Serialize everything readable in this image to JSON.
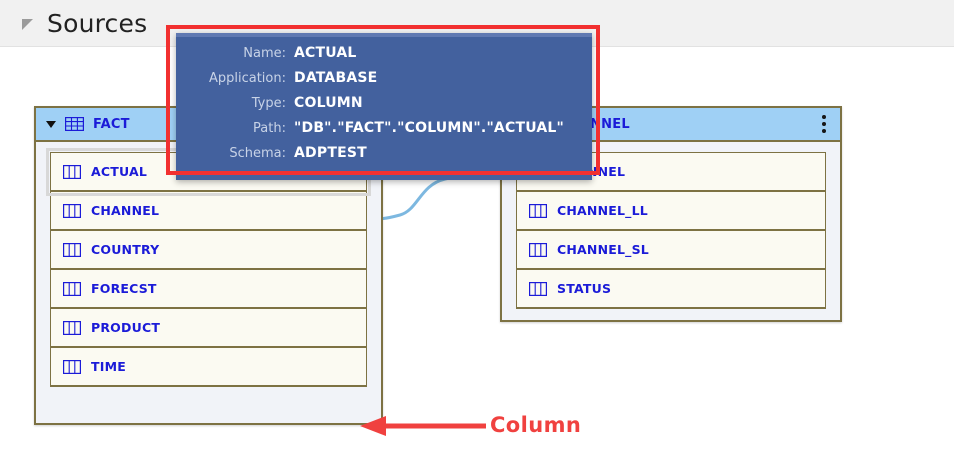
{
  "header": {
    "title": "Sources",
    "collapse_icon": "collapse-triangle-icon"
  },
  "tooltip": {
    "rows": [
      {
        "label": "Name:",
        "value": "ACTUAL"
      },
      {
        "label": "Application:",
        "value": "DATABASE"
      },
      {
        "label": "Type:",
        "value": "COLUMN"
      },
      {
        "label": "Path:",
        "value": "\"DB\".\"FACT\".\"COLUMN\".\"ACTUAL\""
      },
      {
        "label": "Schema:",
        "value": "ADPTEST"
      }
    ],
    "background_color": "#43619e",
    "label_color": "#c8d3e7",
    "value_color": "#ffffff"
  },
  "entities": [
    {
      "name": "FACT",
      "expand_icon": "chevron-down-icon",
      "table_icon": "table-grid-icon",
      "columns": [
        {
          "label": "ACTUAL",
          "selected": true
        },
        {
          "label": "CHANNEL",
          "selected": false
        },
        {
          "label": "COUNTRY",
          "selected": false
        },
        {
          "label": "FORECST",
          "selected": false
        },
        {
          "label": "PRODUCT",
          "selected": false
        },
        {
          "label": "TIME",
          "selected": false
        }
      ]
    },
    {
      "name": "CHANNEL",
      "expand_icon": "chevron-down-icon",
      "table_icon": "table-grid-icon",
      "menu_icon": "kebab-menu-icon",
      "columns": [
        {
          "label": "CHANNEL",
          "selected": false
        },
        {
          "label": "CHANNEL_LL",
          "selected": false
        },
        {
          "label": "CHANNEL_SL",
          "selected": false
        },
        {
          "label": "STATUS",
          "selected": false
        }
      ]
    }
  ],
  "annotations": {
    "box_color": "#f23030",
    "arrow_label": "Column",
    "arrow_color": "#f0413f"
  },
  "colors": {
    "header_bar": "#f1f1f1",
    "entity_header": "#9fd0f5",
    "entity_border": "#7d7243",
    "entity_body": "#f1f3f8",
    "column_row": "#fbfaf2",
    "column_text": "#1b1bd8",
    "connector": "#7db8e0"
  }
}
